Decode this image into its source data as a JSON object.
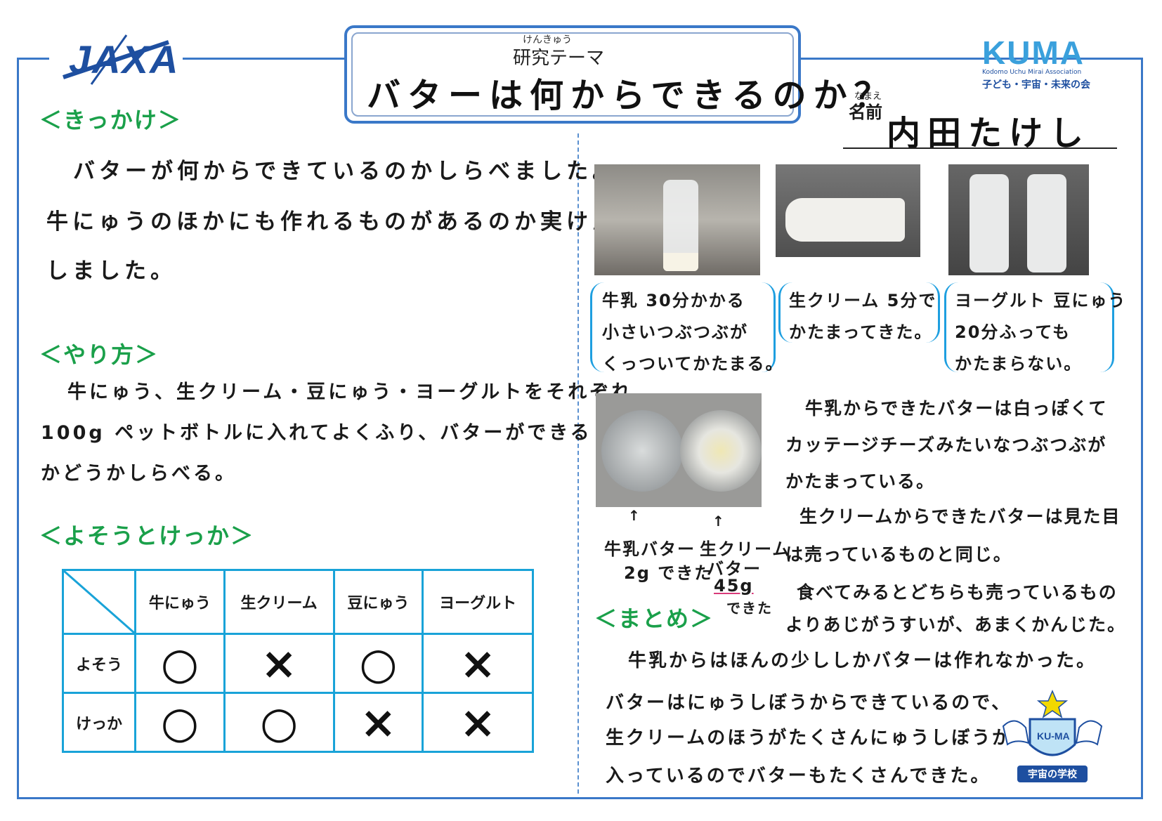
{
  "header": {
    "logo_left": "JAXA",
    "theme_ruby": "けんきゅう",
    "theme_label": "研究テーマ",
    "title": "バターは何からできるのか？",
    "logo_right": "KUMA",
    "logo_right_sub": "Kodomo Uchu Mirai Association",
    "logo_right_jp": "子ども・宇宙・未来の会",
    "name_ruby": "なまえ",
    "name_label": "名前",
    "name_value": "内田たけし"
  },
  "left": {
    "kikkake_heading": "＜きっかけ＞",
    "kikkake_lines": [
      "バターが何からできているのかしらべました。",
      "牛にゅうのほかにも作れるものがあるのか実けん",
      "しました。"
    ],
    "yarikata_heading": "＜やり方＞",
    "yarikata_lines": [
      "牛にゅう、生クリーム・豆にゅう・ヨーグルトをそれぞれ",
      "100g ペットボトルに入れてよくふり、バターができる",
      "かどうかしらべる。"
    ],
    "yosou_heading": "＜よそうとけっか＞",
    "table": {
      "columns": [
        "牛にゅう",
        "生クリーム",
        "豆にゅう",
        "ヨーグルト"
      ],
      "rows": [
        {
          "label": "よそう",
          "marks": [
            "○",
            "×",
            "○",
            "×"
          ]
        },
        {
          "label": "けっか",
          "marks": [
            "○",
            "○",
            "×",
            "×"
          ]
        }
      ]
    }
  },
  "right": {
    "photo_captions": [
      [
        "牛乳 30分かかる",
        "小さいつぶつぶが",
        "くっついてかたまる。"
      ],
      [
        "生クリーム 5分で",
        "かたまってきた。"
      ],
      [
        "ヨーグルト 豆にゅう",
        "20分ふっても",
        "かたまらない。"
      ]
    ],
    "butter_caption_left": [
      "牛乳バター",
      "2g できた"
    ],
    "butter_caption_right": [
      "生クリーム",
      "バター",
      "45g",
      "できた"
    ],
    "observation_lines": [
      "牛乳からできたバターは白っぽくて",
      "カッテージチーズみたいなつぶつぶが",
      "かたまっている。",
      "生クリームからできたバターは見た目",
      "は売っているものと同じ。",
      "食べてみるとどちらも売っているもの",
      "よりあじがうすいが、あまくかんじた。"
    ],
    "matome_heading": "＜まとめ＞",
    "matome_lines": [
      "牛乳からはほんの少ししかバターは作れなかった。",
      "バターはにゅうしぼうからできているので、",
      "生クリームのほうがたくさんにゅうしぼうが",
      "入っているのでバターもたくさんできた。"
    ],
    "emblem_text": "KU-MA",
    "emblem_label": "宇宙の学校"
  },
  "colors": {
    "frame_blue": "#3a78c8",
    "table_cyan": "#19a3d8",
    "heading_green": "#1aa04a",
    "caption_bracket": "#1e9fe0"
  }
}
